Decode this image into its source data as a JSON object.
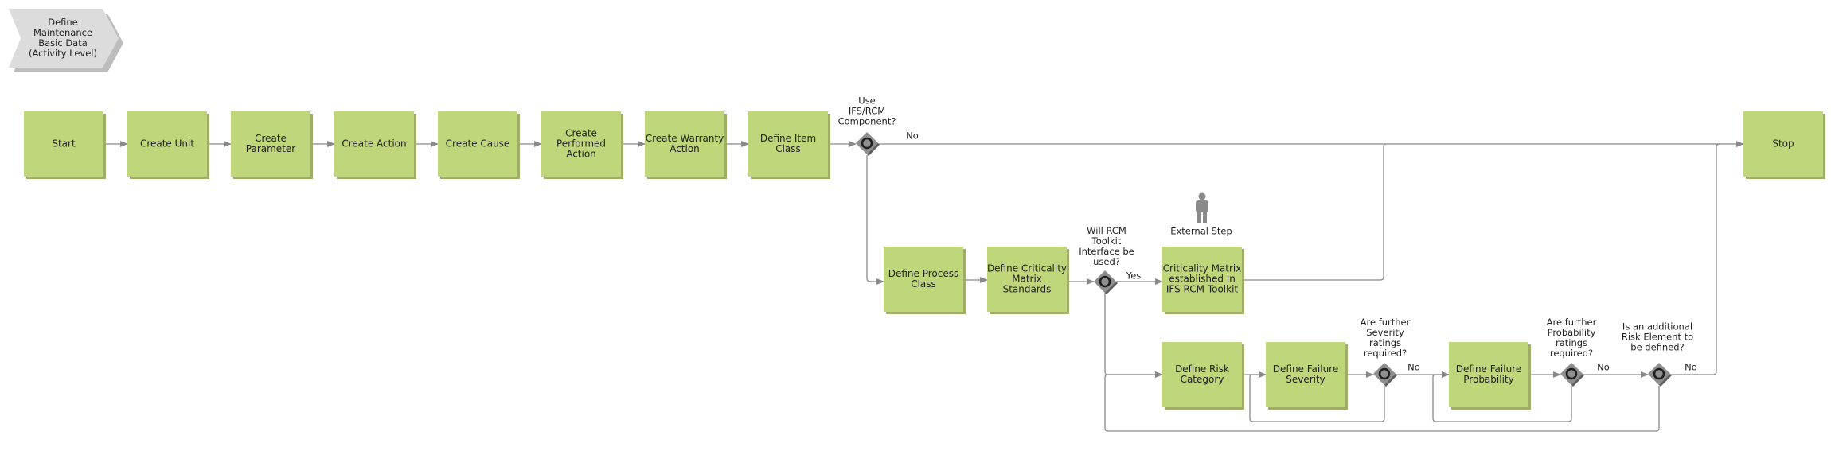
{
  "colors": {
    "box_fill": "#bfd67a",
    "box_shadow": "#9eae66",
    "line": "#8a8a8a",
    "gateway": "#8f8f8f",
    "header_fill": "#dcdcdc",
    "person": "#8a8a8a"
  },
  "header": {
    "lines": [
      "Define",
      "Maintenance",
      "Basic Data",
      "(Activity Level)"
    ]
  },
  "boxes": [
    {
      "id": "start",
      "lines": [
        "Start"
      ]
    },
    {
      "id": "create-unit",
      "lines": [
        "Create Unit"
      ]
    },
    {
      "id": "create-parameter",
      "lines": [
        "Create",
        "Parameter"
      ]
    },
    {
      "id": "create-action",
      "lines": [
        "Create Action"
      ]
    },
    {
      "id": "create-cause",
      "lines": [
        "Create Cause"
      ]
    },
    {
      "id": "create-performed-action",
      "lines": [
        "Create",
        "Performed",
        "Action"
      ]
    },
    {
      "id": "create-warranty-action",
      "lines": [
        "Create Warranty",
        "Action"
      ]
    },
    {
      "id": "define-item-class",
      "lines": [
        "Define Item",
        "Class"
      ]
    },
    {
      "id": "stop",
      "lines": [
        "Stop"
      ]
    },
    {
      "id": "define-process-class",
      "lines": [
        "Define Process",
        "Class"
      ]
    },
    {
      "id": "define-criticality-matrix-standards",
      "lines": [
        "Define Criticality",
        "Matrix",
        "Standards"
      ]
    },
    {
      "id": "criticality-matrix-established",
      "lines": [
        "Criticality Matrix",
        "established in",
        "IFS RCM Toolkit"
      ]
    },
    {
      "id": "define-risk-category",
      "lines": [
        "Define Risk",
        "Category"
      ]
    },
    {
      "id": "define-failure-severity",
      "lines": [
        "Define Failure",
        "Severity"
      ]
    },
    {
      "id": "define-failure-probability",
      "lines": [
        "Define Failure",
        "Probability"
      ]
    }
  ],
  "gateways": [
    {
      "id": "use-ifs-rcm",
      "lines": [
        "Use",
        "IFS/RCM",
        "Component?"
      ]
    },
    {
      "id": "will-rcm-toolkit",
      "lines": [
        "Will RCM",
        "Toolkit",
        "Interface be",
        "used?"
      ]
    },
    {
      "id": "further-severity",
      "lines": [
        "Are further",
        "Severity",
        "ratings",
        "required?"
      ]
    },
    {
      "id": "further-probability",
      "lines": [
        "Are further",
        "Probability",
        "ratings",
        "required?"
      ]
    },
    {
      "id": "additional-risk-element",
      "lines": [
        "Is an additional",
        "Risk Element to",
        "be defined?"
      ]
    }
  ],
  "edge_labels": [
    {
      "id": "no-1",
      "text": "No"
    },
    {
      "id": "yes-1",
      "text": "Yes"
    },
    {
      "id": "no-2",
      "text": "No"
    },
    {
      "id": "no-3",
      "text": "No"
    },
    {
      "id": "no-4",
      "text": "No"
    }
  ],
  "external_step": {
    "label": "External Step",
    "icon": "person-icon"
  }
}
